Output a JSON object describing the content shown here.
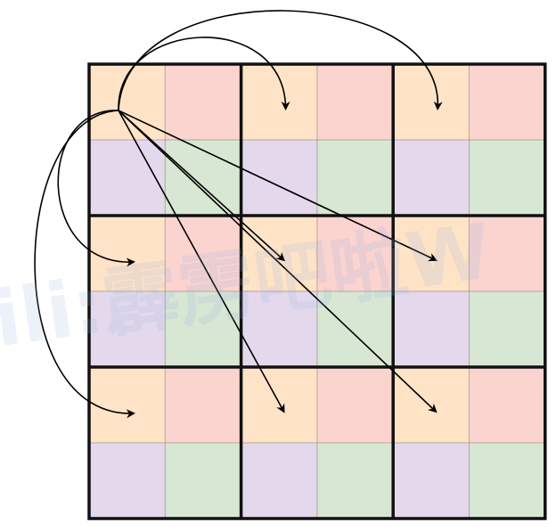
{
  "grid": {
    "rows": 6,
    "cols": 6,
    "block_rows": 3,
    "block_cols": 3,
    "colors": {
      "orange": "#ffe3c7",
      "red": "#fbd4cf",
      "purple": "#e4d9ec",
      "green": "#d7e7d3"
    },
    "block_pattern": [
      [
        "orange",
        "red"
      ],
      [
        "purple",
        "green"
      ]
    ]
  },
  "arrows": {
    "origin_cell": [
      0,
      0
    ],
    "targets": [
      {
        "block": [
          0,
          1
        ],
        "path": "curve-over"
      },
      {
        "block": [
          0,
          2
        ],
        "path": "curve-over"
      },
      {
        "block": [
          1,
          0
        ],
        "path": "curve-left"
      },
      {
        "block": [
          1,
          1
        ],
        "path": "straight"
      },
      {
        "block": [
          1,
          2
        ],
        "path": "straight"
      },
      {
        "block": [
          2,
          0
        ],
        "path": "curve-left"
      },
      {
        "block": [
          2,
          1
        ],
        "path": "straight"
      },
      {
        "block": [
          2,
          2
        ],
        "path": "straight"
      }
    ]
  },
  "watermark": {
    "text": "ili:霹雳吧啦W"
  }
}
